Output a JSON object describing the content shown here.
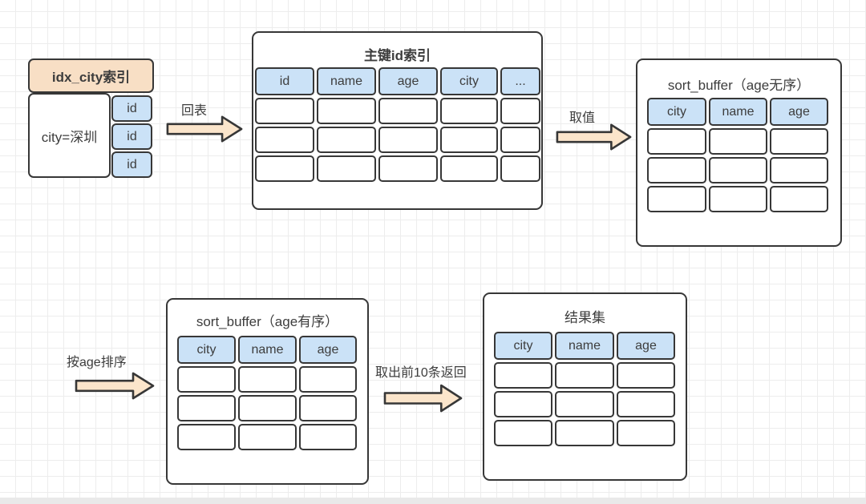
{
  "colors": {
    "stroke": "#373737",
    "blue_fill": "#cbe2f7",
    "peach_fill": "#f8dfc5",
    "arrow_fill": "#fbe5cb",
    "text": "#3d3d3d",
    "grid_line": "#ededed",
    "canvas_bg": "#ffffff"
  },
  "idx_city": {
    "title": "idx_city索引",
    "key": "city=深圳",
    "ids": [
      "id",
      "id",
      "id"
    ]
  },
  "primary_index": {
    "title": "主键id索引",
    "columns": [
      "id",
      "name",
      "age",
      "city",
      "..."
    ],
    "empty_rows": 3
  },
  "sort_buffer_unsorted": {
    "title": "sort_buffer（age无序）",
    "columns": [
      "city",
      "name",
      "age"
    ],
    "empty_rows": 3
  },
  "sort_buffer_sorted": {
    "title": "sort_buffer（age有序）",
    "columns": [
      "city",
      "name",
      "age"
    ],
    "empty_rows": 3
  },
  "result_set": {
    "title": "结果集",
    "columns": [
      "city",
      "name",
      "age"
    ],
    "empty_rows": 3
  },
  "arrows": {
    "back_to_table": "回表",
    "fetch_values": "取值",
    "sort_by_age": "按age排序",
    "return_top10": "取出前10条返回"
  }
}
